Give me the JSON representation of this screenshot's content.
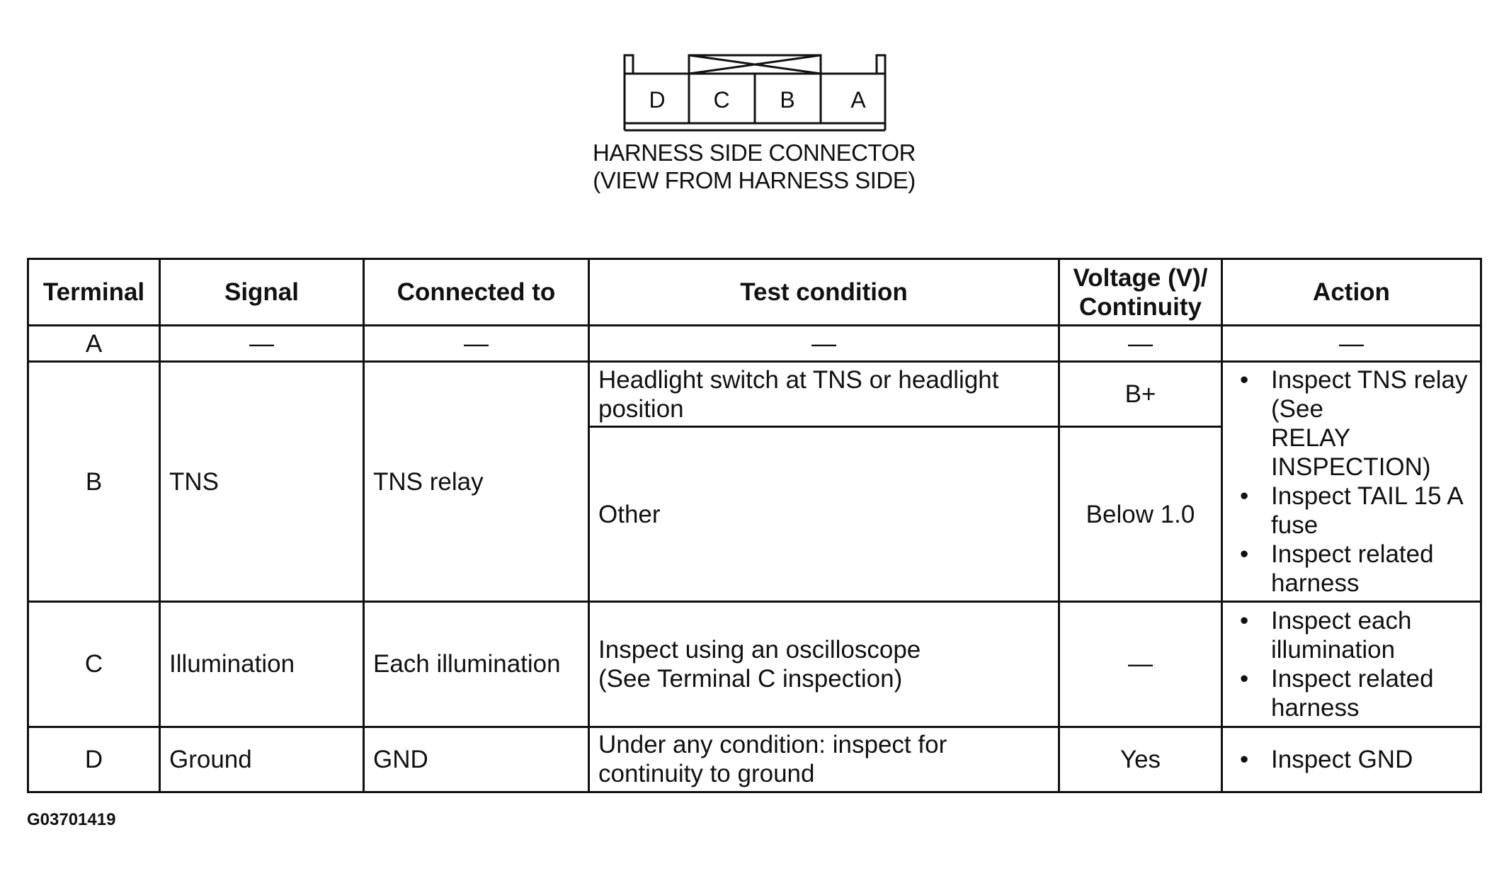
{
  "connector": {
    "pins": [
      "D",
      "C",
      "B",
      "A"
    ],
    "caption_line1": "HARNESS SIDE CONNECTOR",
    "caption_line2": "(VIEW FROM HARNESS SIDE)"
  },
  "table": {
    "headers": {
      "terminal": "Terminal",
      "signal": "Signal",
      "connected_to": "Connected to",
      "test_condition": "Test condition",
      "voltage_line1": "Voltage (V)/",
      "voltage_line2": "Continuity",
      "action": "Action"
    },
    "row_a": {
      "terminal": "A",
      "signal": "—",
      "connected_to": "—",
      "test_condition": "—",
      "voltage": "—",
      "action": "—"
    },
    "row_b": {
      "terminal": "B",
      "signal": "TNS",
      "connected_to": "TNS relay",
      "cond1_line1": "Headlight switch at TNS or headlight",
      "cond1_line2": "position",
      "voltage1": "B+",
      "cond2": "Other",
      "voltage2": "Below 1.0",
      "action1_line1": "Inspect TNS relay",
      "action1_line2": "(See",
      "action1_line3": "RELAY",
      "action1_line4": "INSPECTION)",
      "action2_line1": "Inspect TAIL 15 A",
      "action2_line2": "fuse",
      "action3_line1": "Inspect related",
      "action3_line2": "harness"
    },
    "row_c": {
      "terminal": "C",
      "signal": "Illumination",
      "connected_to": "Each illumination",
      "cond_line1": "Inspect using an oscilloscope",
      "cond_line2": "(See  Terminal C inspection)",
      "voltage": "—",
      "action1_line1": "Inspect each",
      "action1_line2": "illumination",
      "action2_line1": "Inspect related",
      "action2_line2": "harness"
    },
    "row_d": {
      "terminal": "D",
      "signal": "Ground",
      "connected_to": "GND",
      "cond_line1": "Under any condition: inspect for",
      "cond_line2": "continuity to ground",
      "voltage": "Yes",
      "action1": "Inspect GND"
    }
  },
  "figure_id": "G03701419"
}
